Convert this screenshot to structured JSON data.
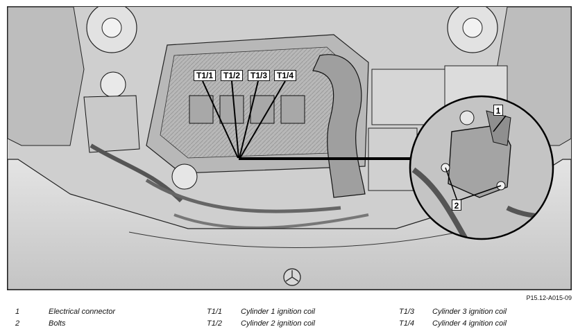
{
  "figure": {
    "callouts": [
      "T1/1",
      "T1/2",
      "T1/3",
      "T1/4"
    ],
    "detail_callouts": [
      "1",
      "2"
    ],
    "reference": "P15.12-A015-09"
  },
  "legend": {
    "items": [
      {
        "key": "1",
        "label": "Electrical connector"
      },
      {
        "key": "2",
        "label": "Bolts"
      },
      {
        "key": "T1/1",
        "label": "Cylinder 1 ignition coil"
      },
      {
        "key": "T1/2",
        "label": "Cylinder 2 ignition coil"
      },
      {
        "key": "T1/3",
        "label": "Cylinder 3 ignition coil"
      },
      {
        "key": "T1/4",
        "label": "Cylinder 4 ignition coil"
      }
    ]
  }
}
